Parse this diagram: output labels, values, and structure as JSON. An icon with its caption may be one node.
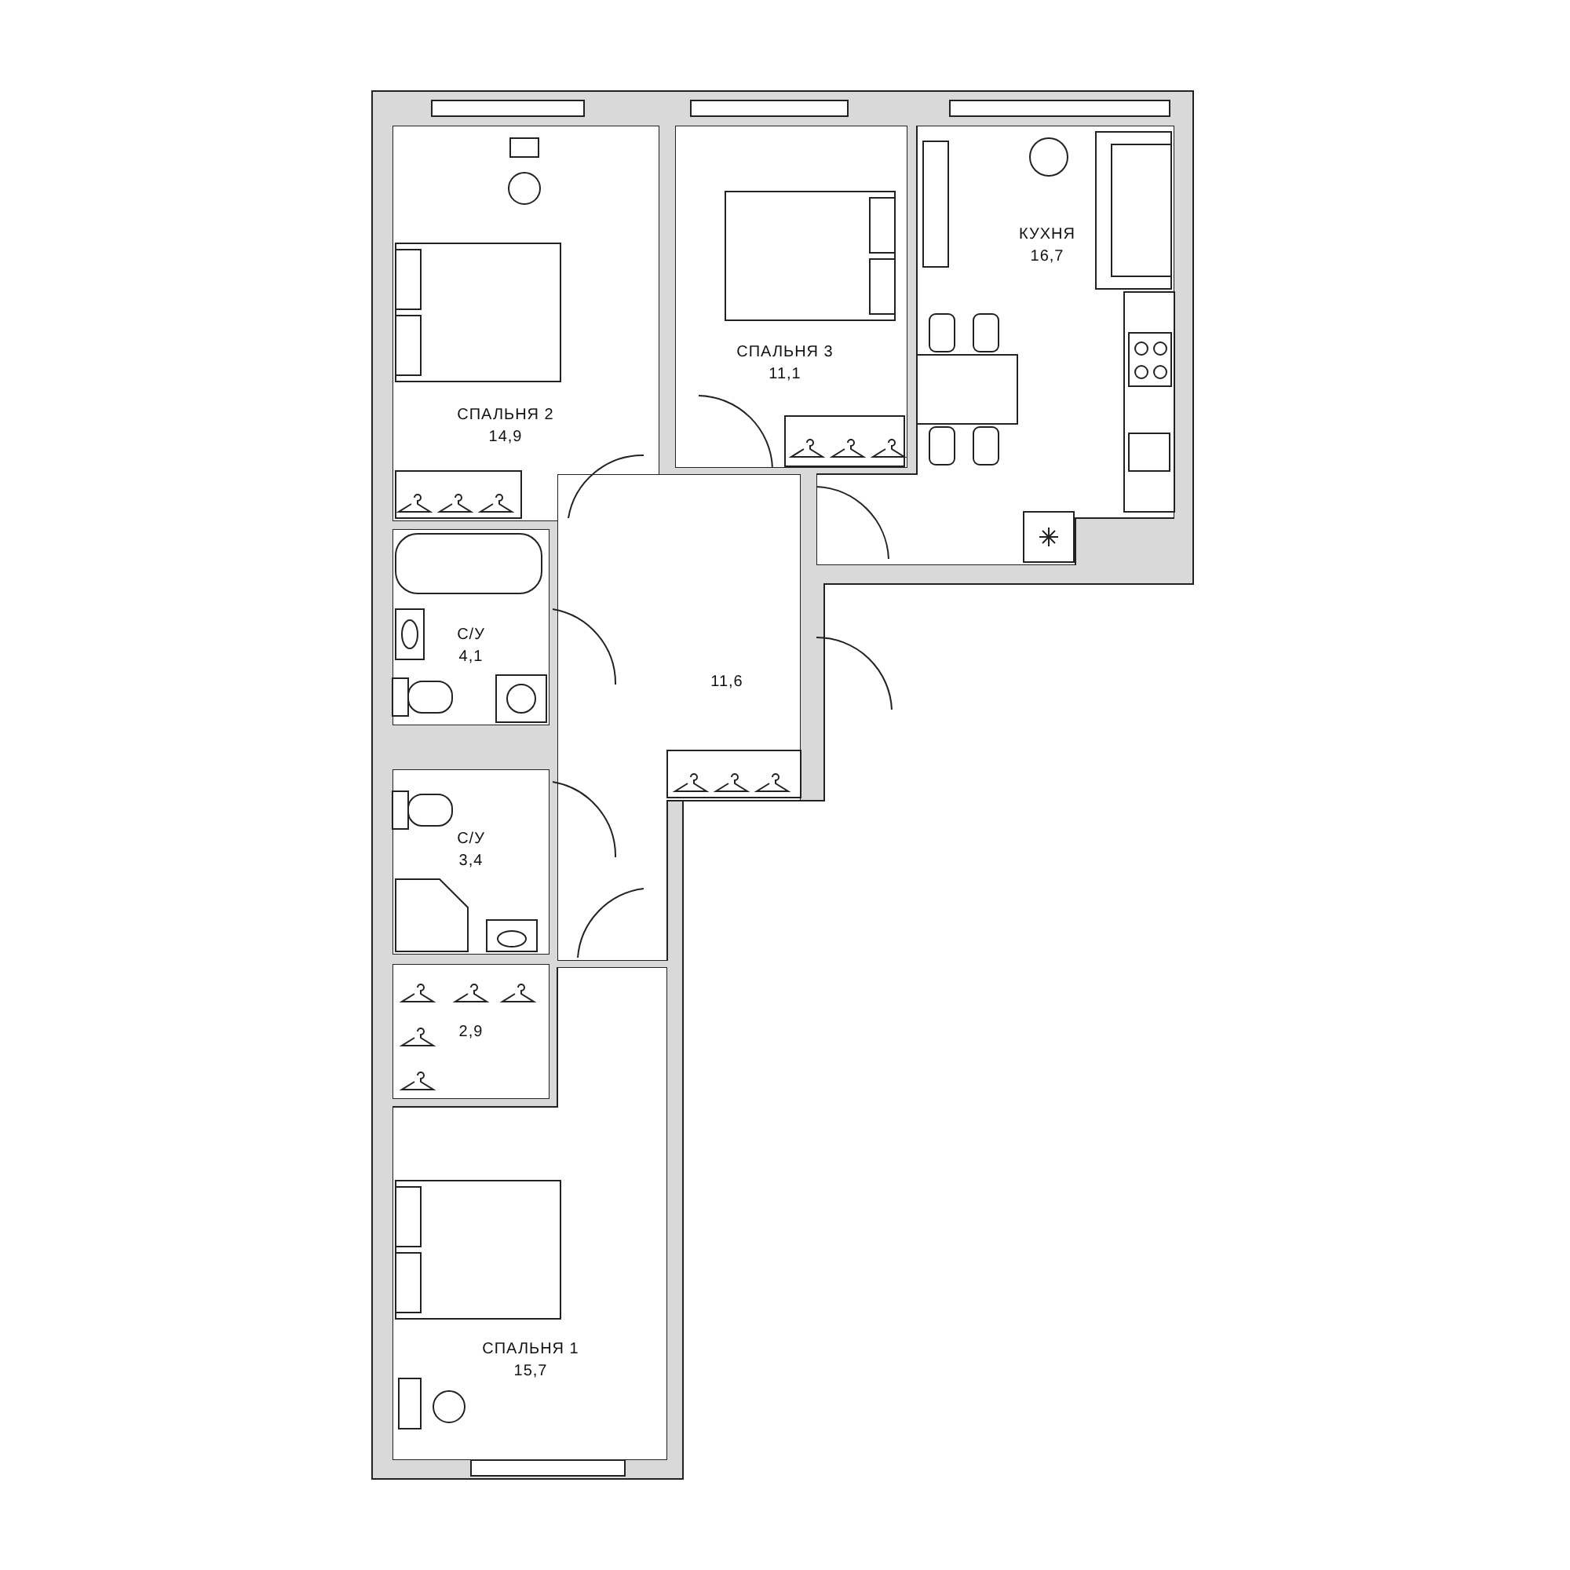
{
  "diagram": {
    "nodes": [
      {
        "text": [
          "СПАЛЬНЯ 2",
          "14,9"
        ]
      },
      {
        "text": [
          "СПАЛЬНЯ 3",
          "11,1"
        ]
      },
      {
        "text": [
          "КУХНЯ",
          "16,7"
        ]
      },
      {
        "text": [
          "С/У",
          "4,1"
        ]
      },
      {
        "text": [
          "11,6"
        ]
      },
      {
        "text": [
          "С/У",
          "3,4"
        ]
      },
      {
        "text": [
          "2,9"
        ]
      },
      {
        "text": [
          "СПАЛЬНЯ 1",
          "15,7"
        ]
      }
    ]
  }
}
